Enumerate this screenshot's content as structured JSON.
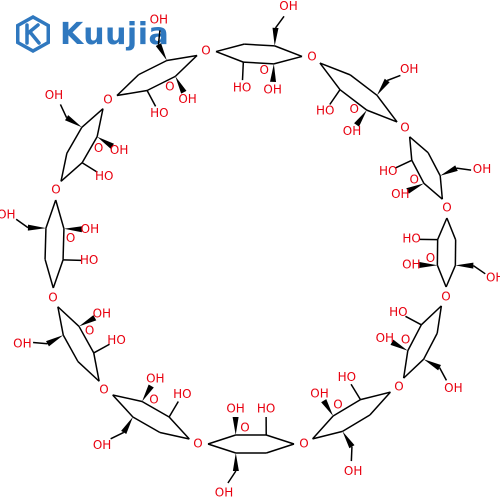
{
  "brand": {
    "name": "Kuujia",
    "accent": "#2f78bf",
    "logo_icon": "hexagon-k-logo"
  },
  "molecule": {
    "type": "cyclic oligosaccharide structure",
    "heteroatom_color": "#e8000f",
    "bond_color": "#000000",
    "units": 12
  }
}
